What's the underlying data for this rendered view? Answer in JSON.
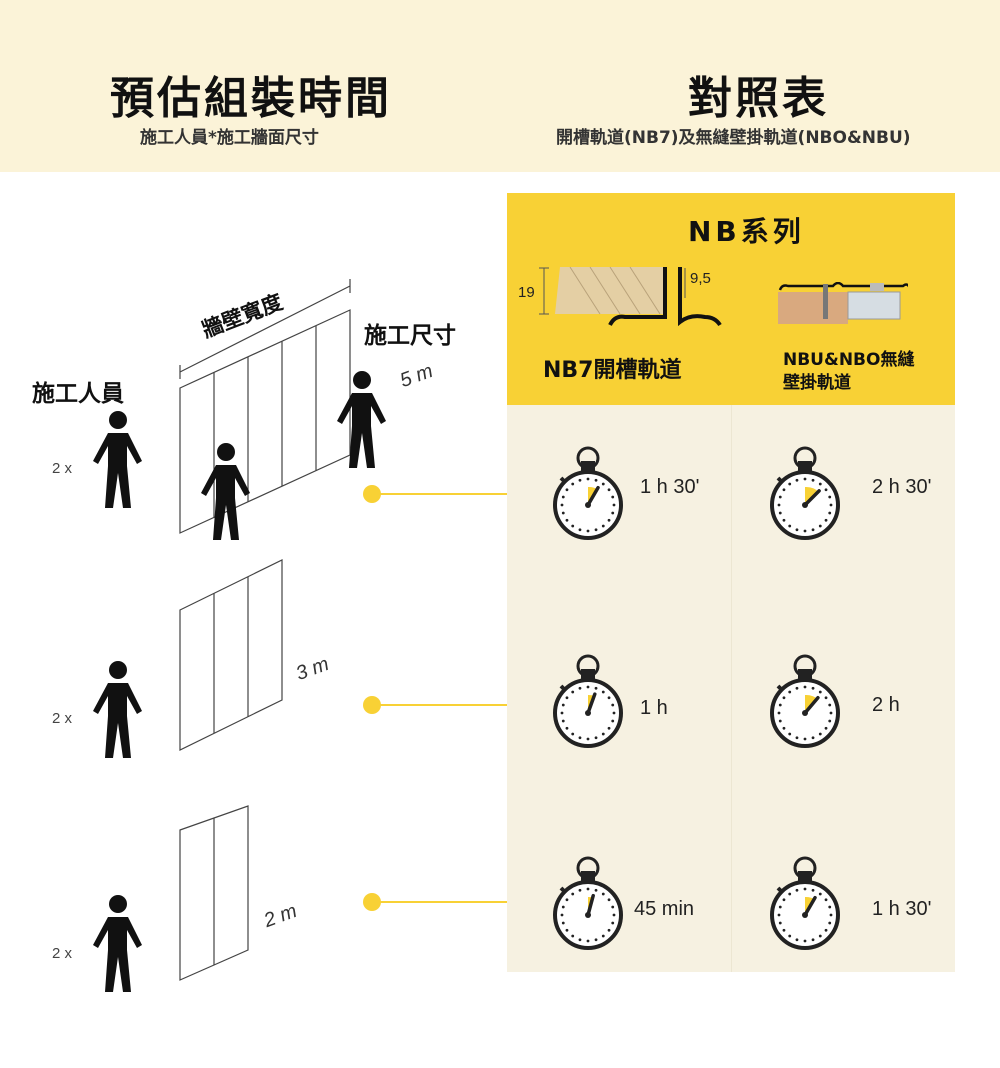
{
  "header": {
    "left_title": "預估組裝時間",
    "left_subtitle": "施工人員*施工牆面尺寸",
    "right_title": "對照表",
    "right_subtitle": "開槽軌道(NB7)及無縫壁掛軌道(NBO&NBU)"
  },
  "labels": {
    "workers": "施工人員",
    "wall_width": "牆壁寬度",
    "size": "施工尺寸"
  },
  "series": {
    "title": "NB系列",
    "dim_19": "19",
    "dim_95": "9,5",
    "col1": "NB7開槽軌道",
    "col2_line1": "NBU&NBO無縫",
    "col2_line2": "壁掛軌道"
  },
  "rows": [
    {
      "workers": "2 x",
      "width": "5 m",
      "nb7": "1 h 30'",
      "nbu": "2 h 30'"
    },
    {
      "workers": "2 x",
      "width": "3 m",
      "nb7": "1 h",
      "nbu": "2 h"
    },
    {
      "workers": "2 x",
      "width": "2 m",
      "nb7": "45 min",
      "nbu": "1 h 30'"
    }
  ],
  "colors": {
    "accent": "#f8d135",
    "header_bg": "#fbf3d8",
    "panel_bg": "#f6f1e1"
  }
}
